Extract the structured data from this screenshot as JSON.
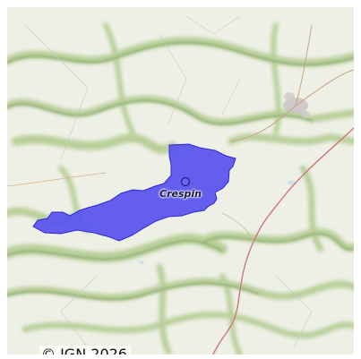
{
  "map": {
    "place_name": "Crespin",
    "attribution": "© IGN 2026",
    "colors": {
      "commune_fill": "#5b55ee",
      "commune_stroke": "#2f27d6",
      "terrain_base": "#eef0e6",
      "valley_green": "#b9cf9a",
      "road": "#c97a78",
      "town": "#c9c4c4"
    },
    "marker_icon": "circle-marker"
  }
}
